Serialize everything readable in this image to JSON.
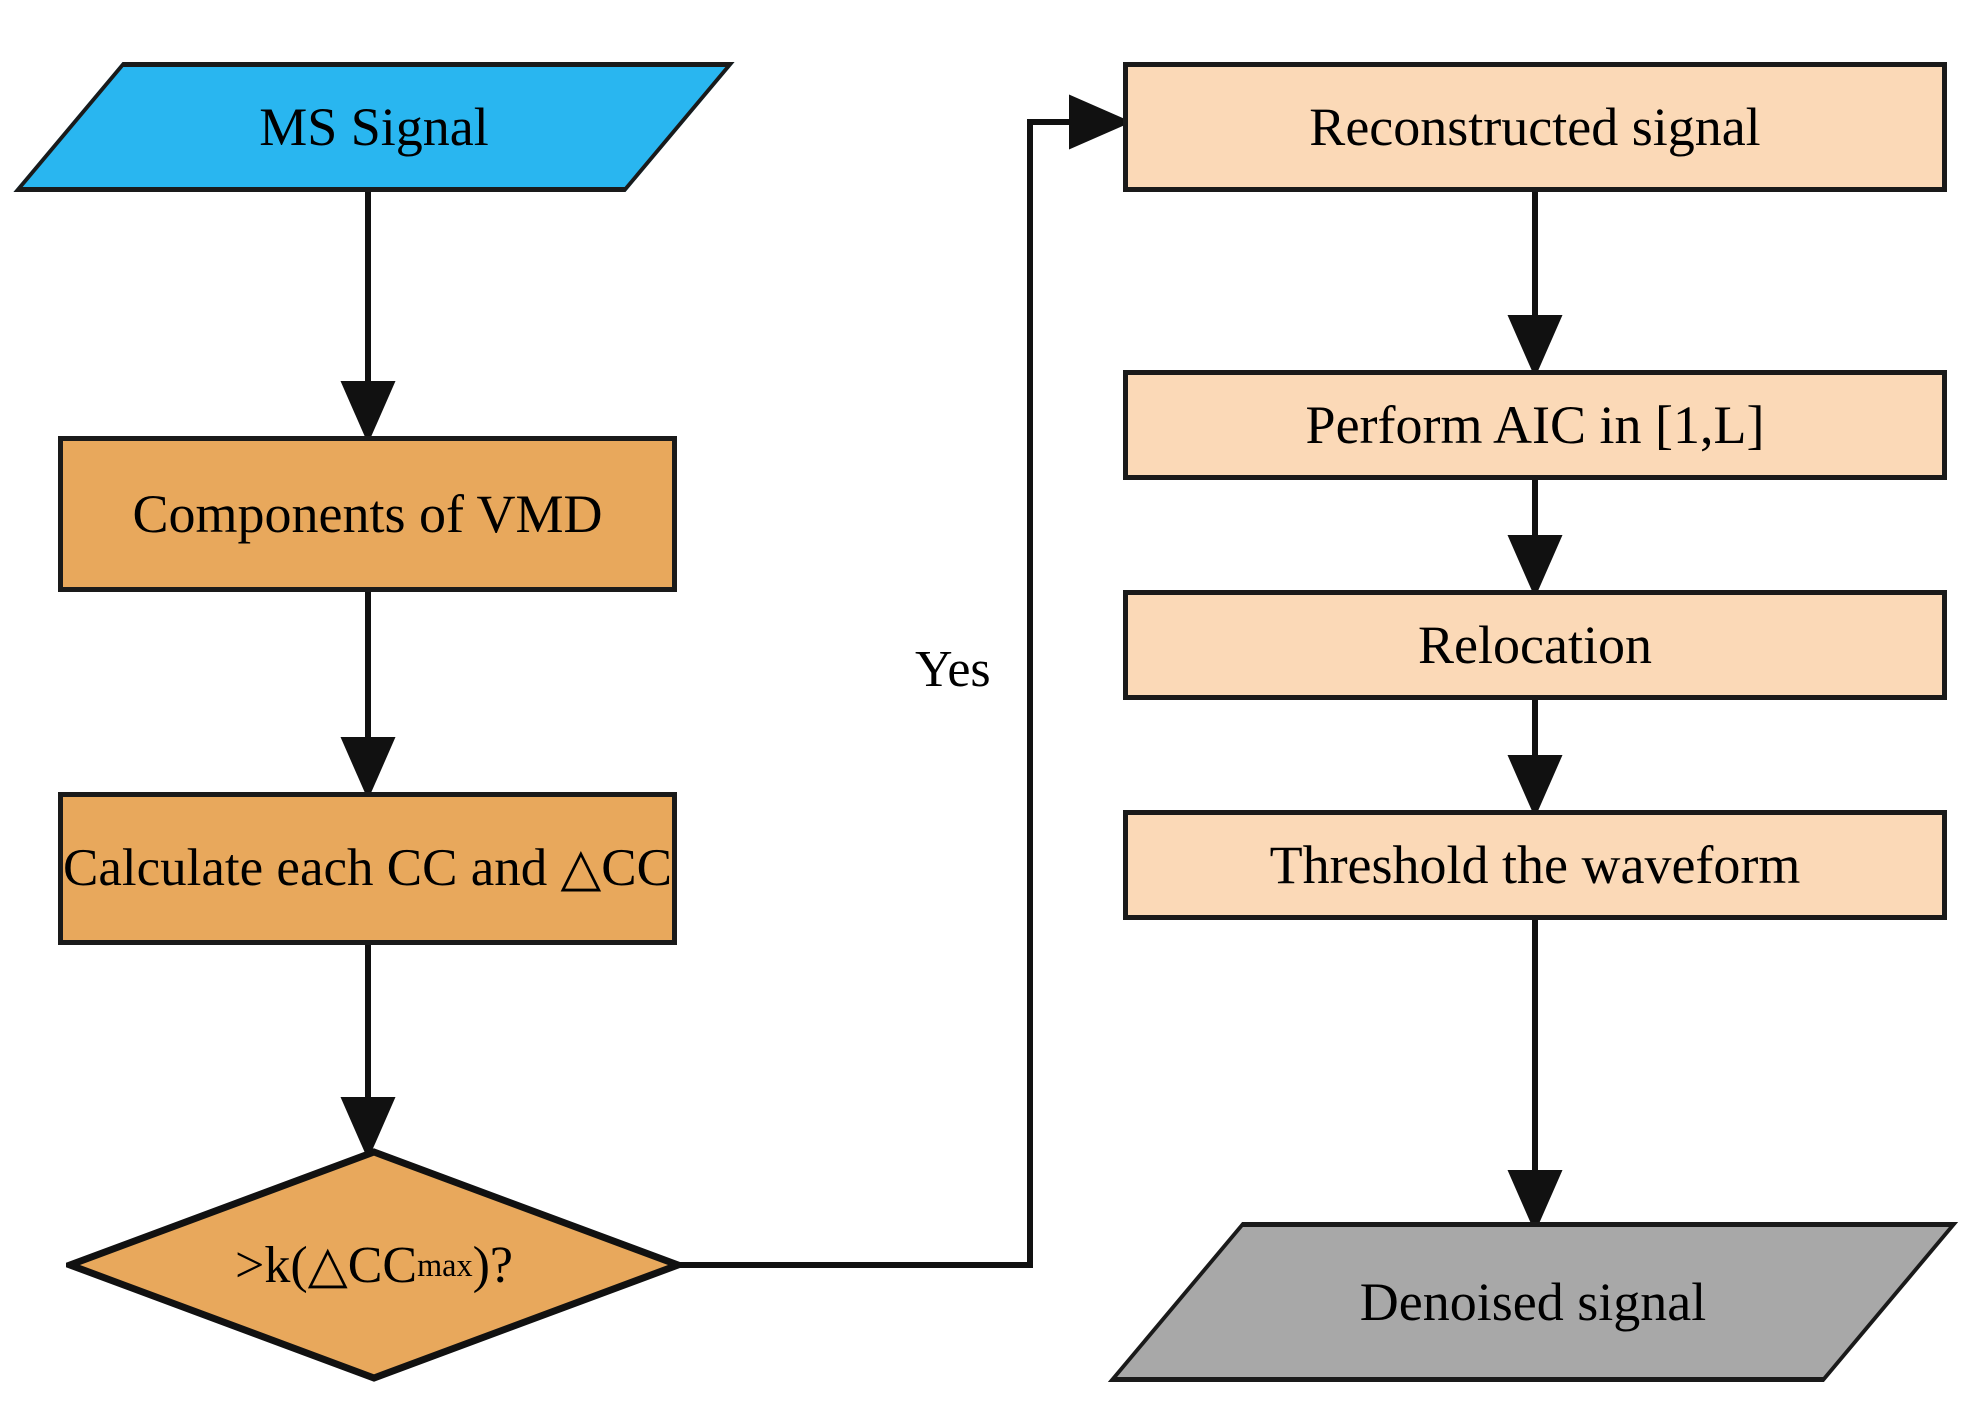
{
  "diagram": {
    "type": "flowchart",
    "title": "VMD-AIC microseismic signal denoising flowchart",
    "background": "#ffffff",
    "colors": {
      "input_fill": "#29B6F0",
      "process_fill": "#E8A85C",
      "decision_fill": "#E8A85C",
      "right_process_fill": "#FBD9B7",
      "output_fill": "#A8A8A8",
      "stroke": "#1a1a1a",
      "text": "#000000"
    }
  },
  "nodes": {
    "ms_signal": {
      "label": "MS Signal",
      "shape": "parallelogram",
      "fill": "#29B6F0"
    },
    "components_vmd": {
      "label": "Components of VMD",
      "shape": "rectangle",
      "fill": "#E8A85C"
    },
    "calculate_cc": {
      "label_pre": "Calculate each CC and ",
      "label_symbol": "△",
      "label_post": "CC",
      "shape": "rectangle",
      "fill": "#E8A85C"
    },
    "decision_k": {
      "label_pre": ">k(",
      "label_symbol": "△",
      "label_mid": "CC",
      "label_sub": "max",
      "label_post": ")?",
      "shape": "diamond",
      "fill": "#E8A85C"
    },
    "reconstructed_signal": {
      "label": "Reconstructed signal",
      "shape": "rectangle",
      "fill": "#FBD9B7"
    },
    "perform_aic": {
      "label": "Perform AIC in [1,L]",
      "shape": "rectangle",
      "fill": "#FBD9B7"
    },
    "relocation": {
      "label": "Relocation",
      "shape": "rectangle",
      "fill": "#FBD9B7"
    },
    "threshold_waveform": {
      "label": "Threshold the waveform",
      "shape": "rectangle",
      "fill": "#FBD9B7"
    },
    "denoised_signal": {
      "label": "Denoised signal",
      "shape": "parallelogram",
      "fill": "#A8A8A8"
    }
  },
  "edges": {
    "yes_label": "Yes",
    "list": [
      {
        "from": "ms_signal",
        "to": "components_vmd",
        "label": ""
      },
      {
        "from": "components_vmd",
        "to": "calculate_cc",
        "label": ""
      },
      {
        "from": "calculate_cc",
        "to": "decision_k",
        "label": ""
      },
      {
        "from": "decision_k",
        "to": "reconstructed_signal",
        "label": "Yes"
      },
      {
        "from": "reconstructed_signal",
        "to": "perform_aic",
        "label": ""
      },
      {
        "from": "perform_aic",
        "to": "relocation",
        "label": ""
      },
      {
        "from": "relocation",
        "to": "threshold_waveform",
        "label": ""
      },
      {
        "from": "threshold_waveform",
        "to": "denoised_signal",
        "label": ""
      }
    ]
  }
}
